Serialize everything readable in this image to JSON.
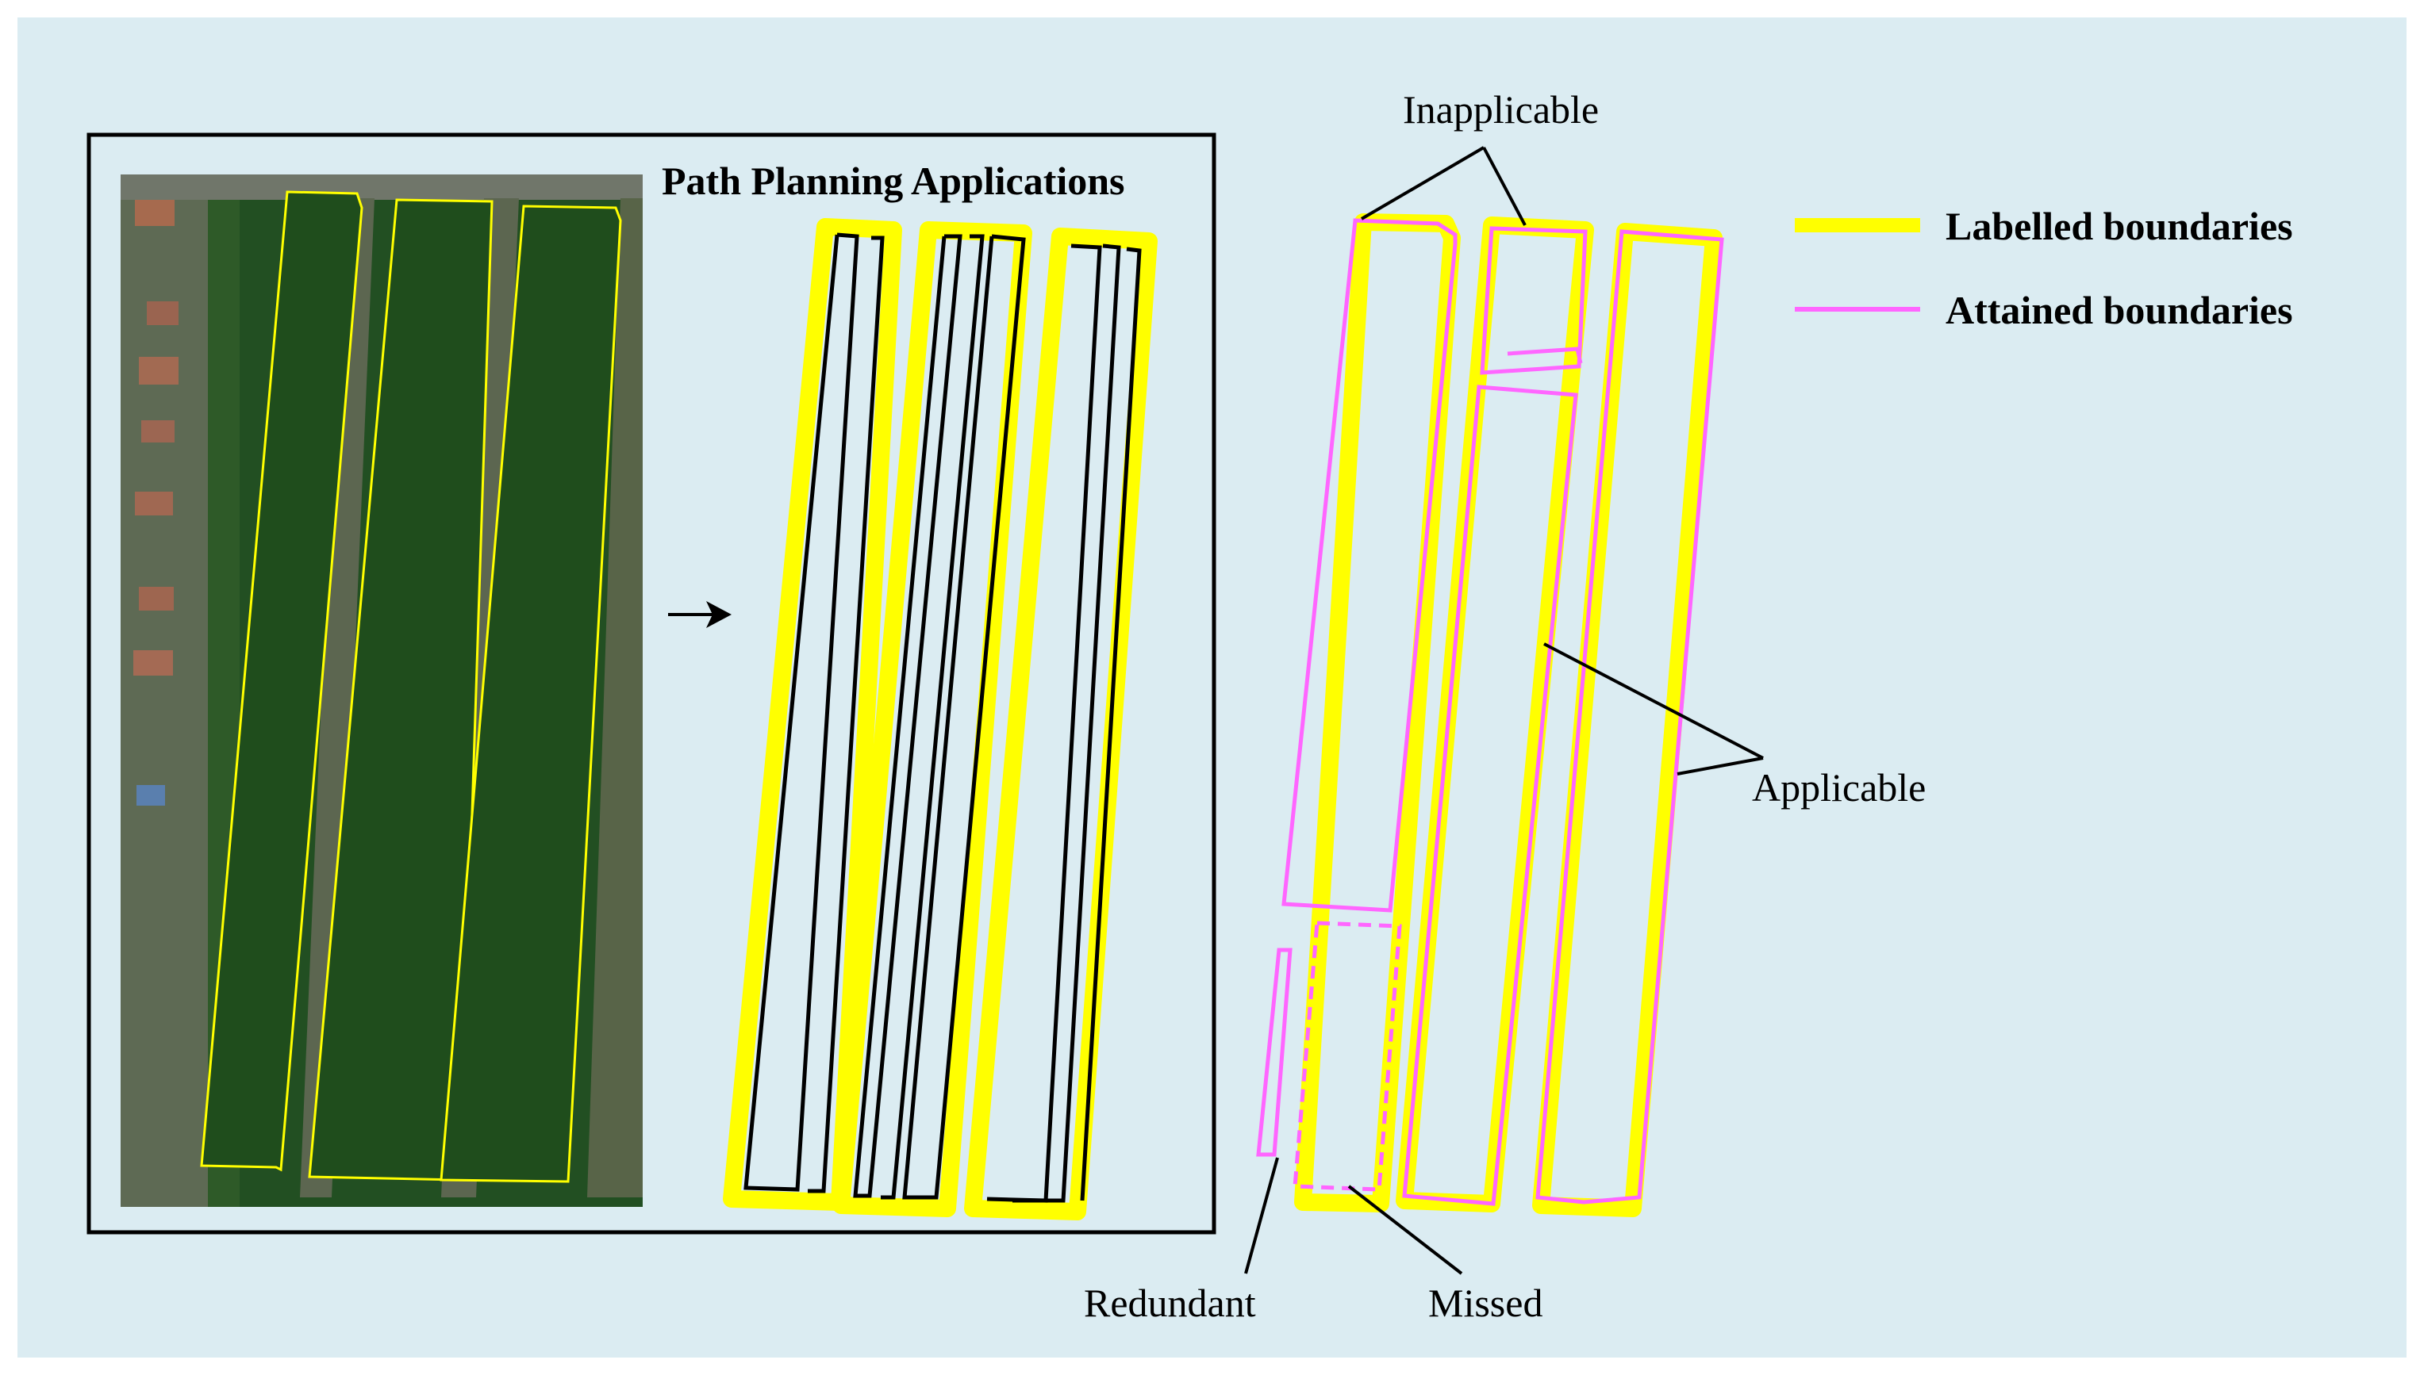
{
  "panel_title": "Path Planning Applications",
  "callouts": {
    "inapplicable": "Inapplicable",
    "applicable": "Applicable",
    "redundant": "Redundant",
    "missed": "Missed"
  },
  "legend": {
    "labelled": "Labelled boundaries",
    "attained": "Attained boundaries"
  },
  "colors": {
    "background": "#dbecf2",
    "labelled": "#ffff00",
    "attained": "#ff66ff",
    "field_green": "#1e4a1c",
    "outline_black": "#000000"
  }
}
